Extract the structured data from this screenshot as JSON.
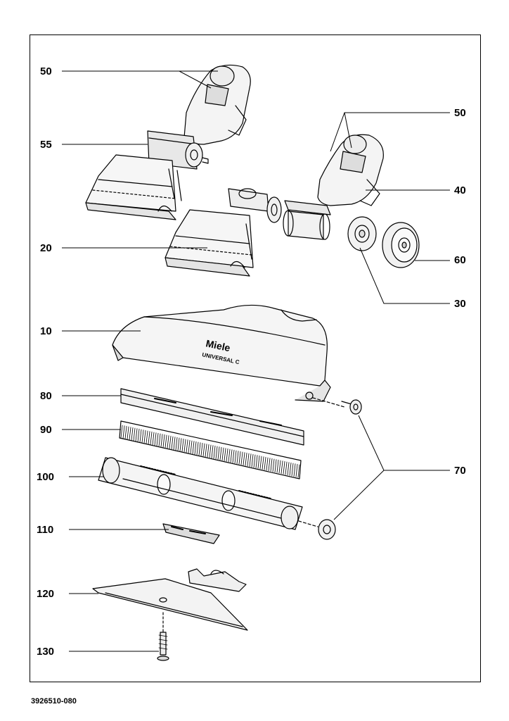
{
  "diagram": {
    "brand_name": "Miele",
    "brand_subtitle": "UNIVERSAL C",
    "document_number": "3926510-080",
    "callouts": [
      {
        "id": "c50a",
        "label": "50"
      },
      {
        "id": "c55",
        "label": "55"
      },
      {
        "id": "c50b",
        "label": "50"
      },
      {
        "id": "c40",
        "label": "40"
      },
      {
        "id": "c20",
        "label": "20"
      },
      {
        "id": "c60",
        "label": "60"
      },
      {
        "id": "c30",
        "label": "30"
      },
      {
        "id": "c10",
        "label": "10"
      },
      {
        "id": "c80",
        "label": "80"
      },
      {
        "id": "c90",
        "label": "90"
      },
      {
        "id": "c100",
        "label": "100"
      },
      {
        "id": "c70",
        "label": "70"
      },
      {
        "id": "c110",
        "label": "110"
      },
      {
        "id": "c120",
        "label": "120"
      },
      {
        "id": "c130",
        "label": "130"
      }
    ]
  }
}
